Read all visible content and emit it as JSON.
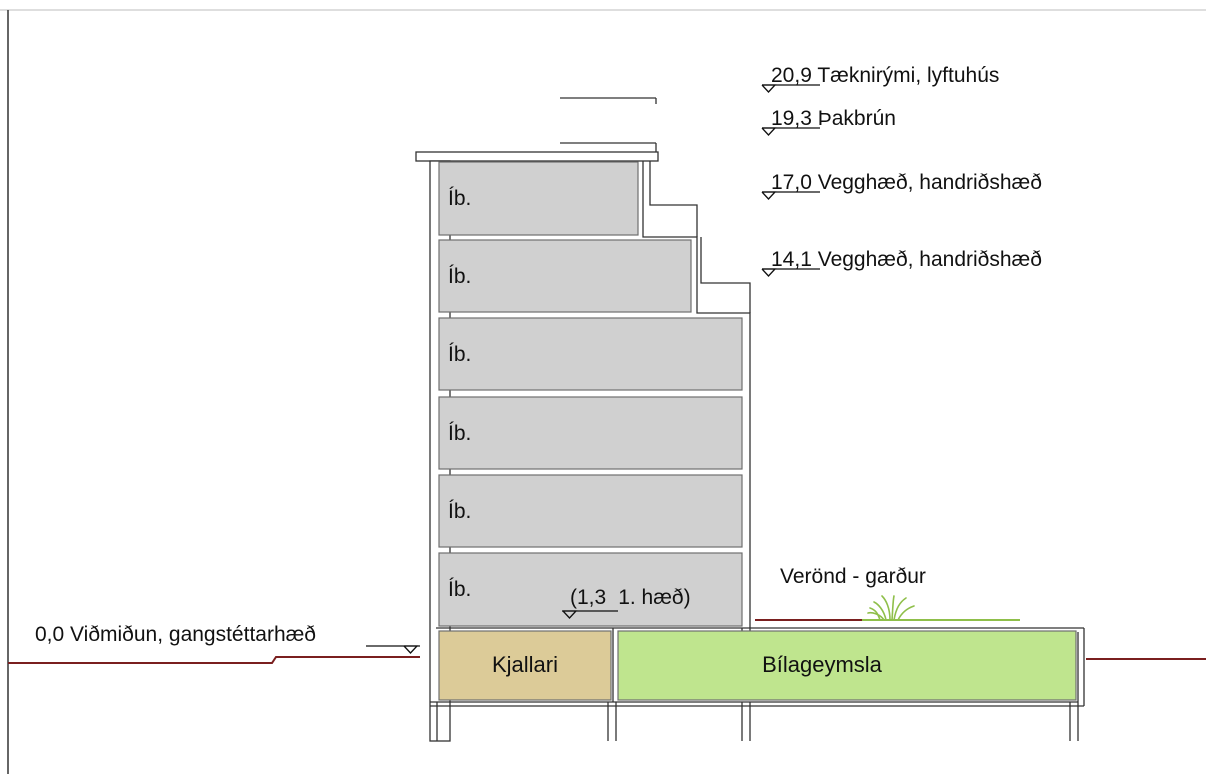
{
  "levels": [
    {
      "value": "20,9",
      "desc": "Tæknirými, lyftuhús"
    },
    {
      "value": "19,3",
      "desc": "Þakbrún"
    },
    {
      "value": "17,0",
      "desc": "Vegghæð, handriðshæð"
    },
    {
      "value": "14,1",
      "desc": "Vegghæð, handriðshæð"
    }
  ],
  "ground": {
    "value": "0,0",
    "desc": "Viðmiðun, gangstéttarhæð"
  },
  "first_floor": {
    "value": "(1,3",
    "desc": "1. hæð)"
  },
  "apartments": [
    "Íb.",
    "Íb.",
    "Íb.",
    "Íb.",
    "Íb.",
    "Íb."
  ],
  "basement": {
    "label": "Kjallari"
  },
  "garage": {
    "label": "Bílageymsla"
  },
  "terrace": {
    "label": "Verönd - garður"
  },
  "colors": {
    "apartment_fill": "#d0d0d0",
    "basement_fill": "#dccb98",
    "garage_fill": "#bfe58e",
    "ground_line": "#7a1f1f",
    "plant": "#8fbf4a"
  }
}
